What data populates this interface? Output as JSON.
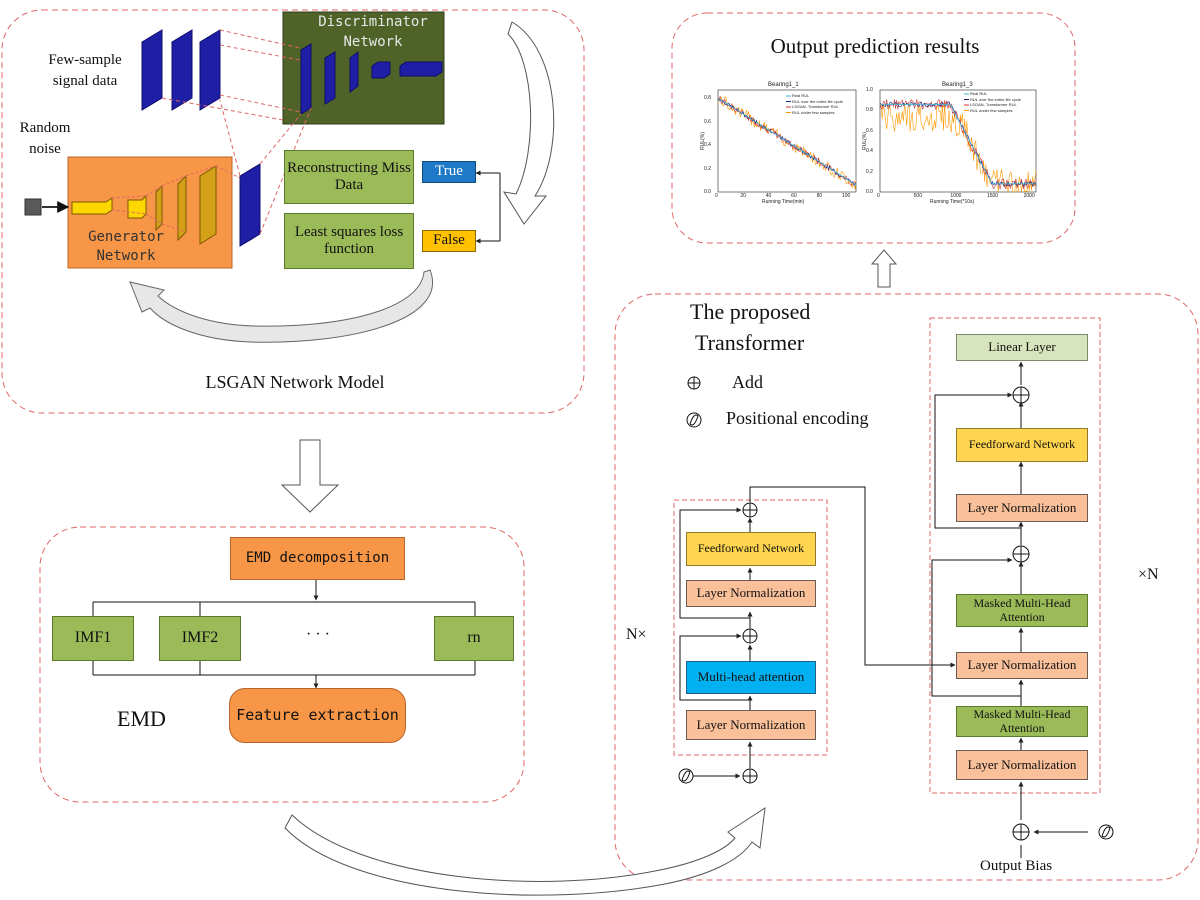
{
  "lsgan": {
    "title": "LSGAN Network Model",
    "discriminator_label": "Discriminator Network",
    "generator_label": "Generator Network",
    "few_sample_label": "Few-sample signal data",
    "random_noise_label": "Random noise",
    "reconstruct_label": "Reconstructing Miss Data",
    "loss_label": "Least squares loss function",
    "true_label": "True",
    "false_label": "False",
    "colors": {
      "discriminator_bg": "#4f6228",
      "generator_bg": "#f79646",
      "layer_blue": "#1f1fa6",
      "layer_yellow": "#f5c518"
    }
  },
  "emd": {
    "title": "EMD",
    "decomposition_label": "EMD decomposition",
    "imf1_label": "IMF1",
    "imf2_label": "IMF2",
    "ellipsis": "· · ·",
    "rn_label": "rn",
    "feature_label": "Feature extraction"
  },
  "output": {
    "title": "Output prediction results",
    "charts": [
      {
        "title": "Bearing1_1",
        "xlabel": "Running Time(min)",
        "ylabel": "RUL(%)",
        "x_ticks": [
          "0",
          "20",
          "40",
          "60",
          "80",
          "100"
        ],
        "y_ticks": [
          "0.0",
          "0.2",
          "0.4",
          "0.6",
          "0.8"
        ],
        "legend": [
          "Real RUL",
          "RUL over the entire life cycle",
          "LSGAN- Transformer RUL",
          "RUL under few samples"
        ]
      },
      {
        "title": "Bearing1_3",
        "xlabel": "Running Time(*10s)",
        "ylabel": "RUL(%)",
        "x_ticks": [
          "0",
          "500",
          "1000",
          "1500",
          "2000"
        ],
        "y_ticks": [
          "0.0",
          "0.2",
          "0.4",
          "0.6",
          "0.8",
          "1.0"
        ],
        "legend": [
          "Real RUL",
          "RUL over the entire life cycle",
          "LSGAN- Transformer RUL",
          "RUL under few samples"
        ]
      }
    ],
    "series_colors": [
      "#3fb6d8",
      "#1a237e",
      "#d32f2f",
      "#ff9800"
    ]
  },
  "transformer": {
    "title_line1": "The proposed",
    "title_line2": "Transformer",
    "add_legend": "Add",
    "pos_legend": "Positional encoding",
    "add_symbol": "⊕",
    "pos_symbol": "⊘",
    "encoder": {
      "ff_label": "Feedforward Network",
      "ln_top_label": "Layer Normalization",
      "mha_label": "Multi-head attention",
      "ln_bottom_label": "Layer Normalization",
      "repeat_label": "N×"
    },
    "decoder": {
      "linear_label": "Linear Layer",
      "ff_label": "Feedforward Network",
      "ln1_label": "Layer Normalization",
      "masked1_label": "Masked Multi-Head Attention",
      "ln2_label": "Layer Normalization",
      "masked2_label": "Masked Multi-Head Attention",
      "ln3_label": "Layer Normalization",
      "output_bias_label": "Output Bias",
      "repeat_label": "×N"
    }
  }
}
